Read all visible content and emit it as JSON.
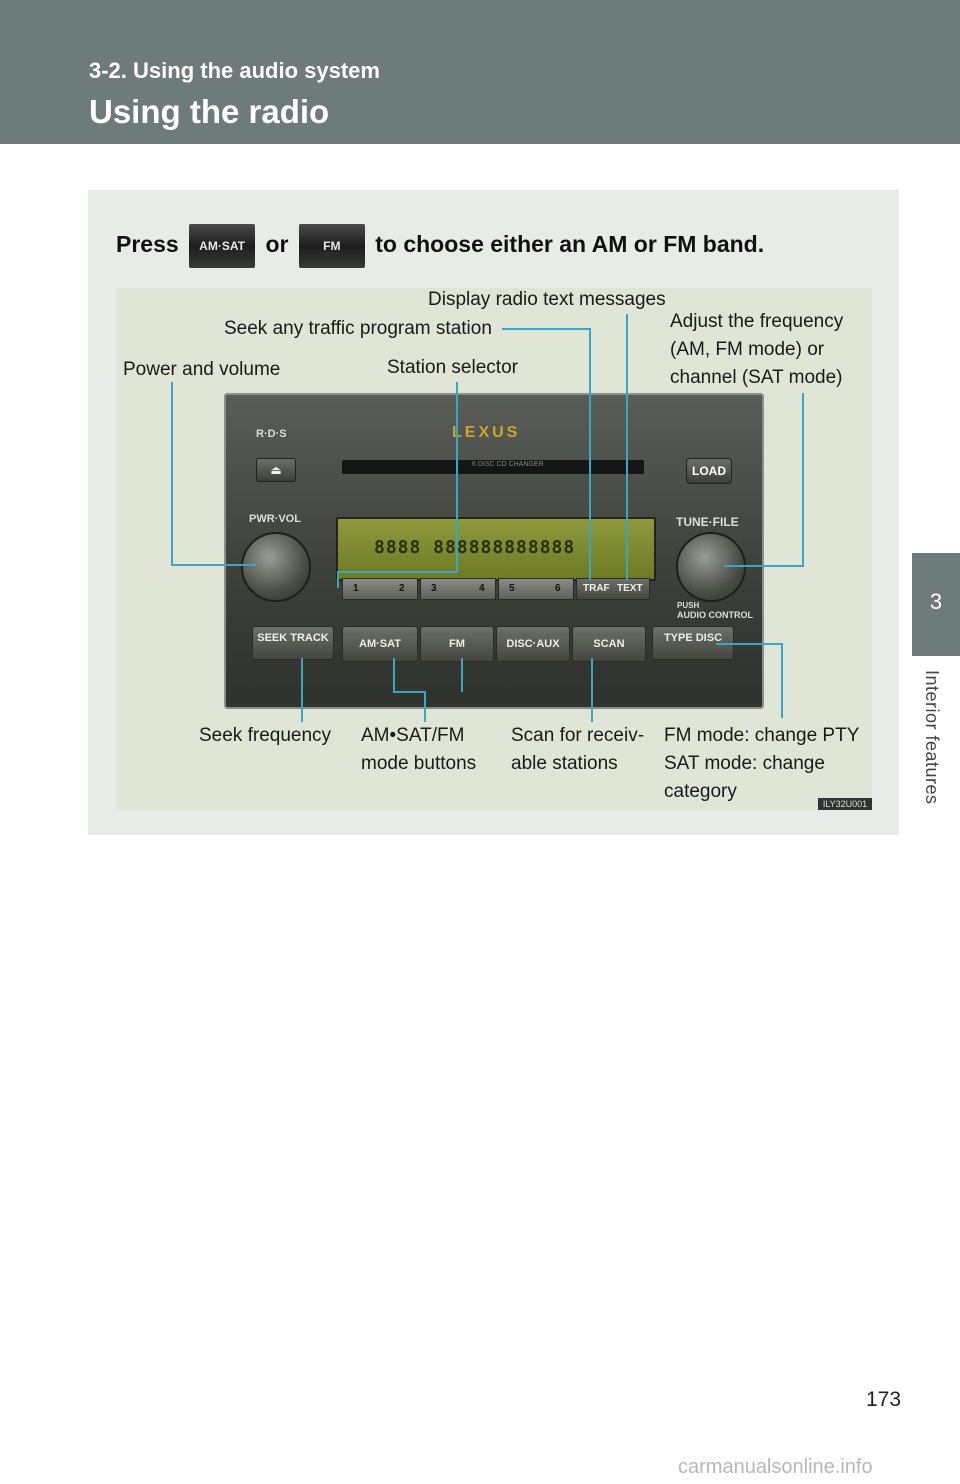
{
  "header": {
    "section": "3-2. Using the audio system",
    "title": "Using the radio"
  },
  "sidetab": {
    "number": "3",
    "label": "Interior features"
  },
  "instruction": {
    "press": "Press",
    "or": "or",
    "rest": "to choose either an AM or FM band.",
    "amsat_button": "AM·SAT",
    "fm_button": "FM"
  },
  "callouts": {
    "display_text": "Display radio text messages",
    "seek_traffic": "Seek any traffic program station",
    "adjust_freq_1": "Adjust the frequency",
    "adjust_freq_2": "(AM, FM mode) or",
    "adjust_freq_3": "channel (SAT mode)",
    "power_volume": "Power and volume",
    "station_selector": "Station selector",
    "seek_frequency": "Seek frequency",
    "mode_buttons_1": "AM•SAT/FM",
    "mode_buttons_2": "mode buttons",
    "scan_1": "Scan for receiv-",
    "scan_2": "able stations",
    "type_1": "FM mode: change PTY",
    "type_2": "SAT mode: change",
    "type_3": "category"
  },
  "unit": {
    "logo": "LEXUS",
    "rds": "R·D·S",
    "slot_label": "6 DISC CD CHANGER",
    "load": "LOAD",
    "pwr_vol": "PWR·VOL",
    "tune_file": "TUNE·FILE",
    "push_audio": "PUSH",
    "audio_control": "AUDIO CONTROL",
    "lcd_text": "8888 888888888888",
    "presets": [
      "1",
      "2",
      "3",
      "4",
      "5",
      "6"
    ],
    "traf": "TRAF",
    "text": "TEXT",
    "seek_track": "SEEK TRACK",
    "amsat": "AM·SAT",
    "fm": "FM",
    "disc_aux": "DISC·AUX",
    "scan": "SCAN",
    "type_disc": "TYPE DISC"
  },
  "figure_code": "ILY32U001",
  "page_number": "173",
  "watermark": "carmanualsonline.info",
  "colors": {
    "header": "#6d7c7b",
    "leader": "#3aa6c4"
  }
}
